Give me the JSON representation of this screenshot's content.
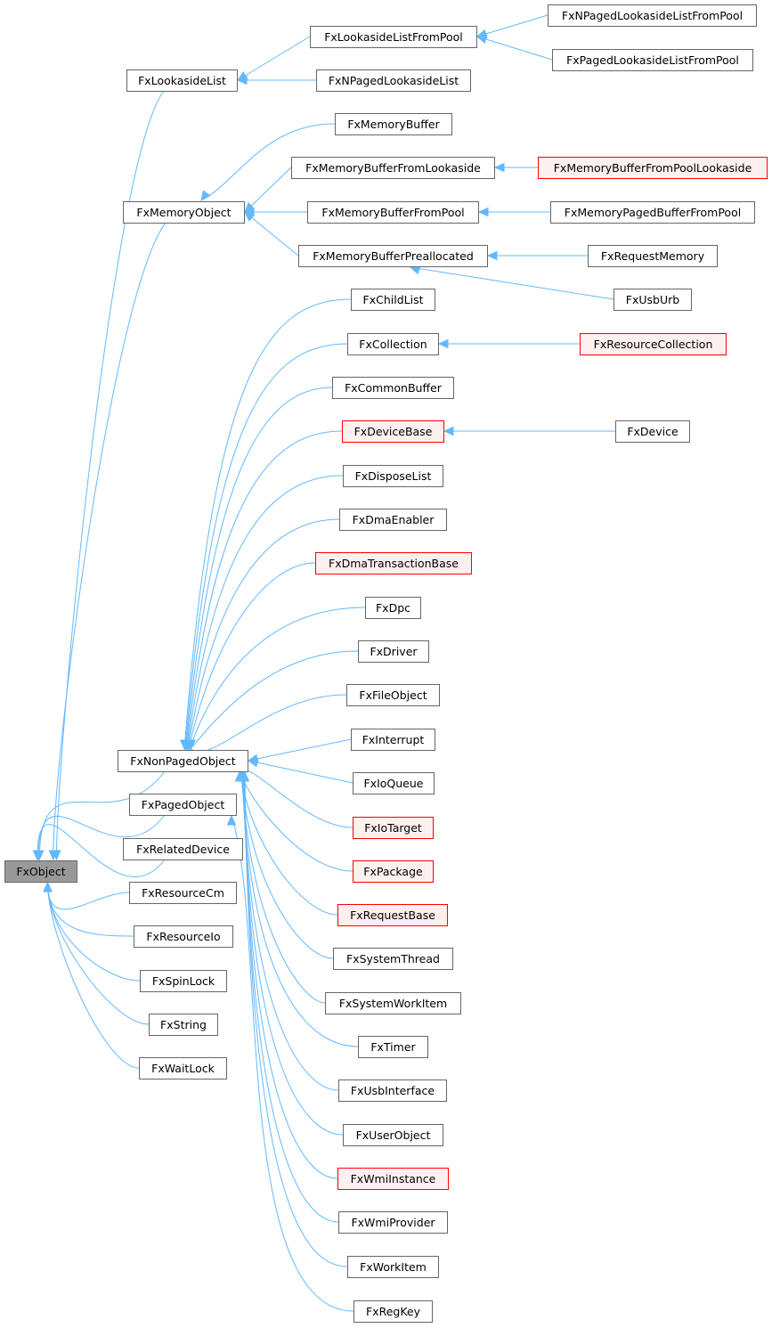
{
  "diagram": {
    "type": "class-inheritance-graph",
    "colors": {
      "edge": "#63b8ff",
      "root_fill": "#999999",
      "highlight_stroke": "#ff0000",
      "highlight_fill": "#fff0f0",
      "border": "#666666"
    },
    "nodes": [
      {
        "id": "FxObject",
        "label": "FxObject",
        "style": "root"
      },
      {
        "id": "FxLookasideList",
        "label": "FxLookasideList"
      },
      {
        "id": "FxLookasideListFromPool",
        "label": "FxLookasideListFromPool"
      },
      {
        "id": "FxNPagedLookasideListFromPool",
        "label": "FxNPagedLookasideListFromPool"
      },
      {
        "id": "FxPagedLookasideListFromPool",
        "label": "FxPagedLookasideListFromPool"
      },
      {
        "id": "FxNPagedLookasideList",
        "label": "FxNPagedLookasideList"
      },
      {
        "id": "FxMemoryObject",
        "label": "FxMemoryObject"
      },
      {
        "id": "FxMemoryBuffer",
        "label": "FxMemoryBuffer"
      },
      {
        "id": "FxMemoryBufferFromLookaside",
        "label": "FxMemoryBufferFromLookaside"
      },
      {
        "id": "FxMemoryBufferFromPoolLookaside",
        "label": "FxMemoryBufferFromPoolLookaside",
        "style": "red"
      },
      {
        "id": "FxMemoryBufferFromPool",
        "label": "FxMemoryBufferFromPool"
      },
      {
        "id": "FxMemoryPagedBufferFromPool",
        "label": "FxMemoryPagedBufferFromPool"
      },
      {
        "id": "FxMemoryBufferPreallocated",
        "label": "FxMemoryBufferPreallocated"
      },
      {
        "id": "FxRequestMemory",
        "label": "FxRequestMemory"
      },
      {
        "id": "FxUsbUrb",
        "label": "FxUsbUrb"
      },
      {
        "id": "FxNonPagedObject",
        "label": "FxNonPagedObject"
      },
      {
        "id": "FxChildList",
        "label": "FxChildList"
      },
      {
        "id": "FxCollection",
        "label": "FxCollection"
      },
      {
        "id": "FxResourceCollection",
        "label": "FxResourceCollection",
        "style": "red"
      },
      {
        "id": "FxCommonBuffer",
        "label": "FxCommonBuffer"
      },
      {
        "id": "FxDeviceBase",
        "label": "FxDeviceBase",
        "style": "red"
      },
      {
        "id": "FxDevice",
        "label": "FxDevice"
      },
      {
        "id": "FxDisposeList",
        "label": "FxDisposeList"
      },
      {
        "id": "FxDmaEnabler",
        "label": "FxDmaEnabler"
      },
      {
        "id": "FxDmaTransactionBase",
        "label": "FxDmaTransactionBase",
        "style": "red"
      },
      {
        "id": "FxDpc",
        "label": "FxDpc"
      },
      {
        "id": "FxDriver",
        "label": "FxDriver"
      },
      {
        "id": "FxFileObject",
        "label": "FxFileObject"
      },
      {
        "id": "FxInterrupt",
        "label": "FxInterrupt"
      },
      {
        "id": "FxIoQueue",
        "label": "FxIoQueue"
      },
      {
        "id": "FxIoTarget",
        "label": "FxIoTarget",
        "style": "red"
      },
      {
        "id": "FxPackage",
        "label": "FxPackage",
        "style": "red"
      },
      {
        "id": "FxRequestBase",
        "label": "FxRequestBase",
        "style": "red"
      },
      {
        "id": "FxSystemThread",
        "label": "FxSystemThread"
      },
      {
        "id": "FxSystemWorkItem",
        "label": "FxSystemWorkItem"
      },
      {
        "id": "FxTimer",
        "label": "FxTimer"
      },
      {
        "id": "FxUsbInterface",
        "label": "FxUsbInterface"
      },
      {
        "id": "FxUserObject",
        "label": "FxUserObject"
      },
      {
        "id": "FxWmiInstance",
        "label": "FxWmiInstance",
        "style": "red"
      },
      {
        "id": "FxWmiProvider",
        "label": "FxWmiProvider"
      },
      {
        "id": "FxWorkItem",
        "label": "FxWorkItem"
      },
      {
        "id": "FxRegKey",
        "label": "FxRegKey"
      },
      {
        "id": "FxPagedObject",
        "label": "FxPagedObject"
      },
      {
        "id": "FxRelatedDevice",
        "label": "FxRelatedDevice"
      },
      {
        "id": "FxResourceCm",
        "label": "FxResourceCm"
      },
      {
        "id": "FxResourceIo",
        "label": "FxResourceIo"
      },
      {
        "id": "FxSpinLock",
        "label": "FxSpinLock"
      },
      {
        "id": "FxString",
        "label": "FxString"
      },
      {
        "id": "FxWaitLock",
        "label": "FxWaitLock"
      }
    ],
    "edges": [
      {
        "from": "FxLookasideList",
        "to": "FxObject"
      },
      {
        "from": "FxMemoryObject",
        "to": "FxObject"
      },
      {
        "from": "FxNonPagedObject",
        "to": "FxObject"
      },
      {
        "from": "FxPagedObject",
        "to": "FxObject"
      },
      {
        "from": "FxRelatedDevice",
        "to": "FxObject"
      },
      {
        "from": "FxResourceCm",
        "to": "FxObject"
      },
      {
        "from": "FxResourceIo",
        "to": "FxObject"
      },
      {
        "from": "FxSpinLock",
        "to": "FxObject"
      },
      {
        "from": "FxString",
        "to": "FxObject"
      },
      {
        "from": "FxWaitLock",
        "to": "FxObject"
      },
      {
        "from": "FxLookasideListFromPool",
        "to": "FxLookasideList"
      },
      {
        "from": "FxNPagedLookasideList",
        "to": "FxLookasideList"
      },
      {
        "from": "FxNPagedLookasideListFromPool",
        "to": "FxLookasideListFromPool"
      },
      {
        "from": "FxPagedLookasideListFromPool",
        "to": "FxLookasideListFromPool"
      },
      {
        "from": "FxMemoryBuffer",
        "to": "FxMemoryObject"
      },
      {
        "from": "FxMemoryBufferFromLookaside",
        "to": "FxMemoryObject"
      },
      {
        "from": "FxMemoryBufferFromPool",
        "to": "FxMemoryObject"
      },
      {
        "from": "FxMemoryBufferPreallocated",
        "to": "FxMemoryObject"
      },
      {
        "from": "FxMemoryBufferFromPoolLookaside",
        "to": "FxMemoryBufferFromLookaside"
      },
      {
        "from": "FxMemoryPagedBufferFromPool",
        "to": "FxMemoryBufferFromPool"
      },
      {
        "from": "FxRequestMemory",
        "to": "FxMemoryBufferPreallocated"
      },
      {
        "from": "FxUsbUrb",
        "to": "FxMemoryBufferPreallocated"
      },
      {
        "from": "FxChildList",
        "to": "FxNonPagedObject"
      },
      {
        "from": "FxCollection",
        "to": "FxNonPagedObject"
      },
      {
        "from": "FxCommonBuffer",
        "to": "FxNonPagedObject"
      },
      {
        "from": "FxDeviceBase",
        "to": "FxNonPagedObject"
      },
      {
        "from": "FxDisposeList",
        "to": "FxNonPagedObject"
      },
      {
        "from": "FxDmaEnabler",
        "to": "FxNonPagedObject"
      },
      {
        "from": "FxDmaTransactionBase",
        "to": "FxNonPagedObject"
      },
      {
        "from": "FxDpc",
        "to": "FxNonPagedObject"
      },
      {
        "from": "FxDriver",
        "to": "FxNonPagedObject"
      },
      {
        "from": "FxFileObject",
        "to": "FxNonPagedObject"
      },
      {
        "from": "FxInterrupt",
        "to": "FxNonPagedObject"
      },
      {
        "from": "FxIoQueue",
        "to": "FxNonPagedObject"
      },
      {
        "from": "FxIoTarget",
        "to": "FxNonPagedObject"
      },
      {
        "from": "FxPackage",
        "to": "FxNonPagedObject"
      },
      {
        "from": "FxRequestBase",
        "to": "FxNonPagedObject"
      },
      {
        "from": "FxSystemThread",
        "to": "FxNonPagedObject"
      },
      {
        "from": "FxSystemWorkItem",
        "to": "FxNonPagedObject"
      },
      {
        "from": "FxTimer",
        "to": "FxNonPagedObject"
      },
      {
        "from": "FxUsbInterface",
        "to": "FxNonPagedObject"
      },
      {
        "from": "FxUserObject",
        "to": "FxNonPagedObject"
      },
      {
        "from": "FxWmiInstance",
        "to": "FxNonPagedObject"
      },
      {
        "from": "FxWmiProvider",
        "to": "FxNonPagedObject"
      },
      {
        "from": "FxWorkItem",
        "to": "FxNonPagedObject"
      },
      {
        "from": "FxRegKey",
        "to": "FxPagedObject"
      },
      {
        "from": "FxResourceCollection",
        "to": "FxCollection"
      },
      {
        "from": "FxDevice",
        "to": "FxDeviceBase"
      }
    ]
  }
}
